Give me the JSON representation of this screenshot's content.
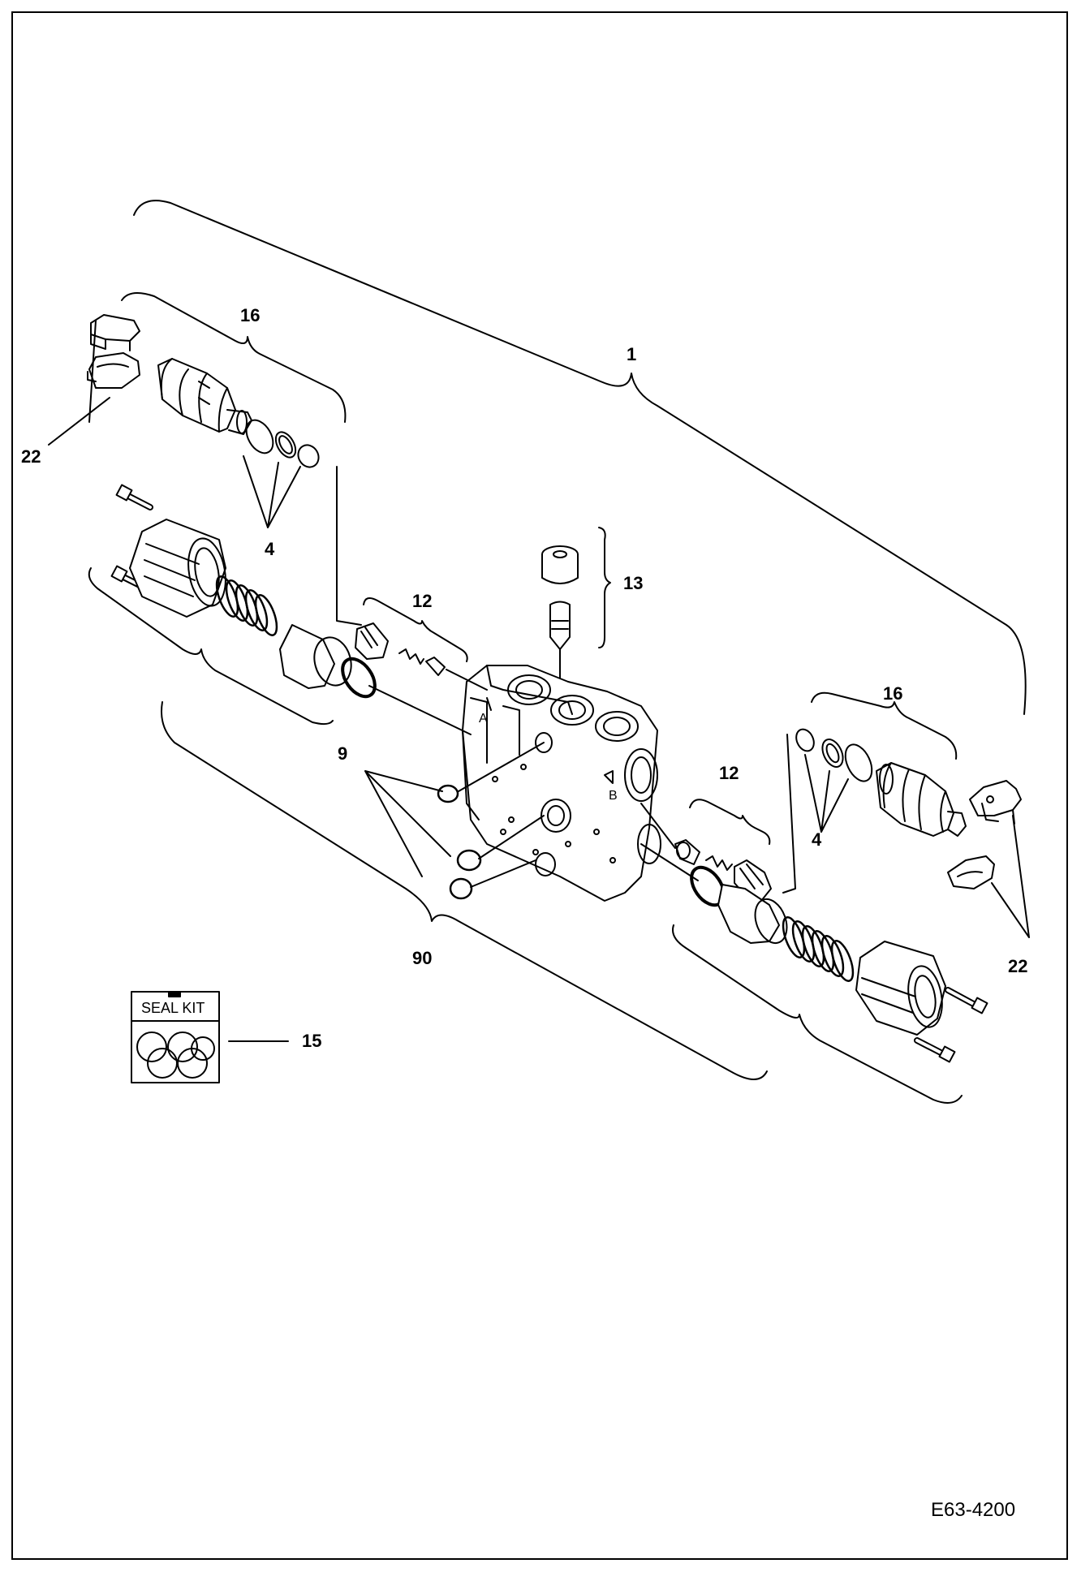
{
  "diagram": {
    "figure_id": "E63-4200",
    "seal_kit_label": "SEAL KIT",
    "callouts": {
      "assembly": "1",
      "relief_valve_left": "16",
      "relief_valve_right": "16",
      "oring_set_left": "4",
      "oring_set_right": "4",
      "poppet_left": "12",
      "poppet_right": "12",
      "plug": "13",
      "oring_body": "9",
      "spool_section": "90",
      "seal_kit": "15",
      "cap_left": "22",
      "cap_right": "22"
    },
    "colors": {
      "line": "#000000",
      "background": "#ffffff"
    }
  }
}
